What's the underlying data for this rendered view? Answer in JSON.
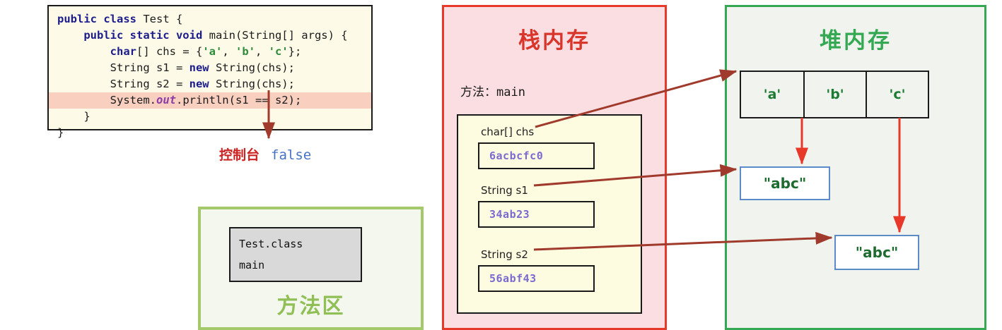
{
  "code": {
    "lines": [
      [
        {
          "t": "public ",
          "c": "kw"
        },
        {
          "t": "class ",
          "c": "kw"
        },
        {
          "t": "Test {",
          "c": "plain"
        }
      ],
      [
        {
          "t": "    ",
          "c": "plain"
        },
        {
          "t": "public static void ",
          "c": "kw"
        },
        {
          "t": "main(String[] args) {",
          "c": "plain"
        }
      ],
      [
        {
          "t": "        ",
          "c": "plain"
        },
        {
          "t": "char",
          "c": "kw"
        },
        {
          "t": "[] chs = {",
          "c": "plain"
        },
        {
          "t": "'a'",
          "c": "chr"
        },
        {
          "t": ", ",
          "c": "plain"
        },
        {
          "t": "'b'",
          "c": "chr"
        },
        {
          "t": ", ",
          "c": "plain"
        },
        {
          "t": "'c'",
          "c": "chr"
        },
        {
          "t": "};",
          "c": "plain"
        }
      ],
      [
        {
          "t": "        String s1 = ",
          "c": "plain"
        },
        {
          "t": "new ",
          "c": "kw"
        },
        {
          "t": "String(chs);",
          "c": "plain"
        }
      ],
      [
        {
          "t": "        String s2 = ",
          "c": "plain"
        },
        {
          "t": "new ",
          "c": "kw"
        },
        {
          "t": "String(chs);",
          "c": "plain"
        }
      ],
      [
        {
          "t": "        System.",
          "c": "plain"
        },
        {
          "t": "out",
          "c": "fld"
        },
        {
          "t": ".println(s1 == s2);",
          "c": "plain"
        }
      ],
      [
        {
          "t": "    }",
          "c": "plain"
        }
      ],
      [
        {
          "t": "}",
          "c": "plain"
        }
      ]
    ],
    "highlight_line_index": 5
  },
  "console": {
    "label": "控制台",
    "value": "false"
  },
  "method_area": {
    "title": "方法区",
    "class_name": "Test.class",
    "method_name": "main"
  },
  "stack": {
    "title": "栈内存",
    "method_label": "方法：main",
    "variables": [
      {
        "label": "char[] chs",
        "value": "6acbcfc0"
      },
      {
        "label": "String s1",
        "value": "34ab23"
      },
      {
        "label": "String s2",
        "value": "56abf43"
      }
    ]
  },
  "heap": {
    "title": "堆内存",
    "char_array": [
      "'a'",
      "'b'",
      "'c'"
    ],
    "strings": [
      "\"abc\"",
      "\"abc\""
    ]
  },
  "colors": {
    "stack_border": "#e8382a",
    "stack_bg": "#fadee1",
    "stack_title": "#d9352b",
    "heap_border": "#34a853",
    "heap_bg": "#f1f4ee",
    "heap_title": "#34a853",
    "method_border": "#a4c96a",
    "method_title": "#8fbf55",
    "arrow_dark": "#a03a2c",
    "arrow_red": "#e8382a",
    "code_bg": "#fdfbe8",
    "highlight_bg": "#f9cfc0",
    "keyword": "#1c1c8c",
    "char_literal": "#2e8b3a",
    "field": "#8d3ea8",
    "pointer_value": "#7b6ad0",
    "string_border": "#5b8cc8",
    "string_text": "#1d6b2e",
    "console_label": "#cc2222",
    "console_value": "#4472c4"
  }
}
